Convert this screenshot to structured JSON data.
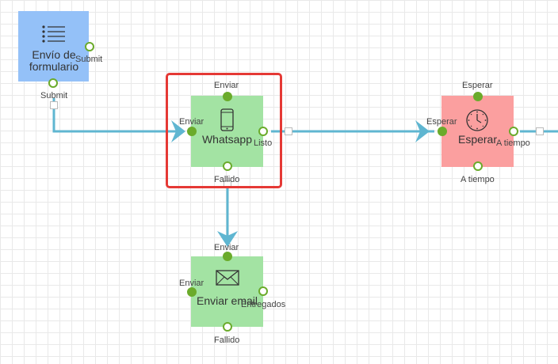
{
  "nodes": {
    "form": {
      "title": "Envío de formulario",
      "out_label": "Submit",
      "bottom_label": "Submit",
      "color": "#94c1f8"
    },
    "whatsapp": {
      "title": "Whatsapp",
      "top_label": "Enviar",
      "left_label": "Enviar",
      "right_label": "Listo",
      "bottom_label": "Fallido",
      "color": "#a3e3a3"
    },
    "wait": {
      "title": "Esperar",
      "top_label": "Esperar",
      "left_label": "Esperar",
      "right_label": "A tiempo",
      "bottom_label": "A tiempo",
      "color": "#fb9f9f"
    },
    "email": {
      "title": "Enviar email",
      "top_label": "Enviar",
      "left_label": "Enviar",
      "right_label": "Entregados",
      "bottom_label": "Fallido",
      "color": "#a3e3a3"
    }
  },
  "colors": {
    "connector": "#5fb6d1",
    "port": "#6bab2b",
    "highlight": "#e53935"
  },
  "icons": {
    "form": "list-icon",
    "whatsapp": "phone-icon",
    "wait": "clock-icon",
    "email": "envelope-icon"
  }
}
